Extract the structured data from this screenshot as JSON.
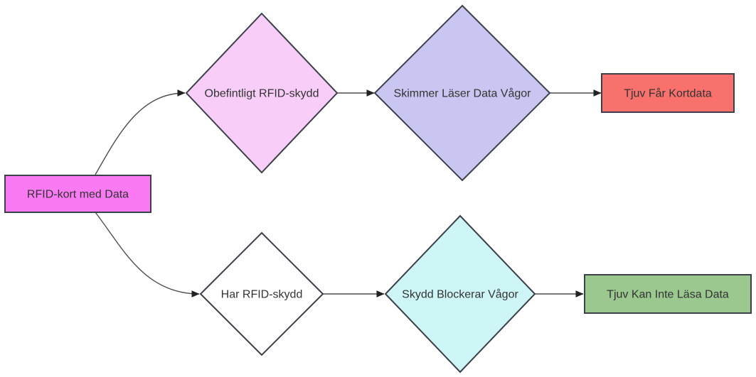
{
  "diagram": {
    "type": "flowchart",
    "language": "sv",
    "background": "#ffffff"
  },
  "colors": {
    "shape_stroke": "#3b4049",
    "connector": "#4d4d4d",
    "arrowhead": "#222222",
    "text": "#333333",
    "canvas_bg": "#ffffff"
  },
  "nodes": {
    "source": {
      "shape": "rectangle",
      "label": "RFID-kort med Data",
      "fill": "#f97af2"
    },
    "no_protection": {
      "shape": "diamond",
      "label": "Obefintligt RFID-skydd",
      "fill": "#f8cef8"
    },
    "skimmer_reads": {
      "shape": "diamond",
      "label": "Skimmer Läser Data Vågor",
      "fill": "#c9c7f2"
    },
    "thief_gets_data": {
      "shape": "rectangle",
      "label": "Tjuv Får Kortdata",
      "fill": "#f8716c"
    },
    "has_protection": {
      "shape": "diamond",
      "label": "Har RFID-skydd",
      "fill": "#ffffff"
    },
    "shield_blocks": {
      "shape": "diamond",
      "label": "Skydd Blockerar Vågor",
      "fill": "#cef6f7"
    },
    "thief_cannot_read": {
      "shape": "rectangle",
      "label": "Tjuv Kan Inte Läsa Data",
      "fill": "#9ac88f"
    }
  },
  "edges": [
    {
      "from": "source",
      "to": "no_protection"
    },
    {
      "from": "source",
      "to": "has_protection"
    },
    {
      "from": "no_protection",
      "to": "skimmer_reads"
    },
    {
      "from": "skimmer_reads",
      "to": "thief_gets_data"
    },
    {
      "from": "has_protection",
      "to": "shield_blocks"
    },
    {
      "from": "shield_blocks",
      "to": "thief_cannot_read"
    }
  ]
}
